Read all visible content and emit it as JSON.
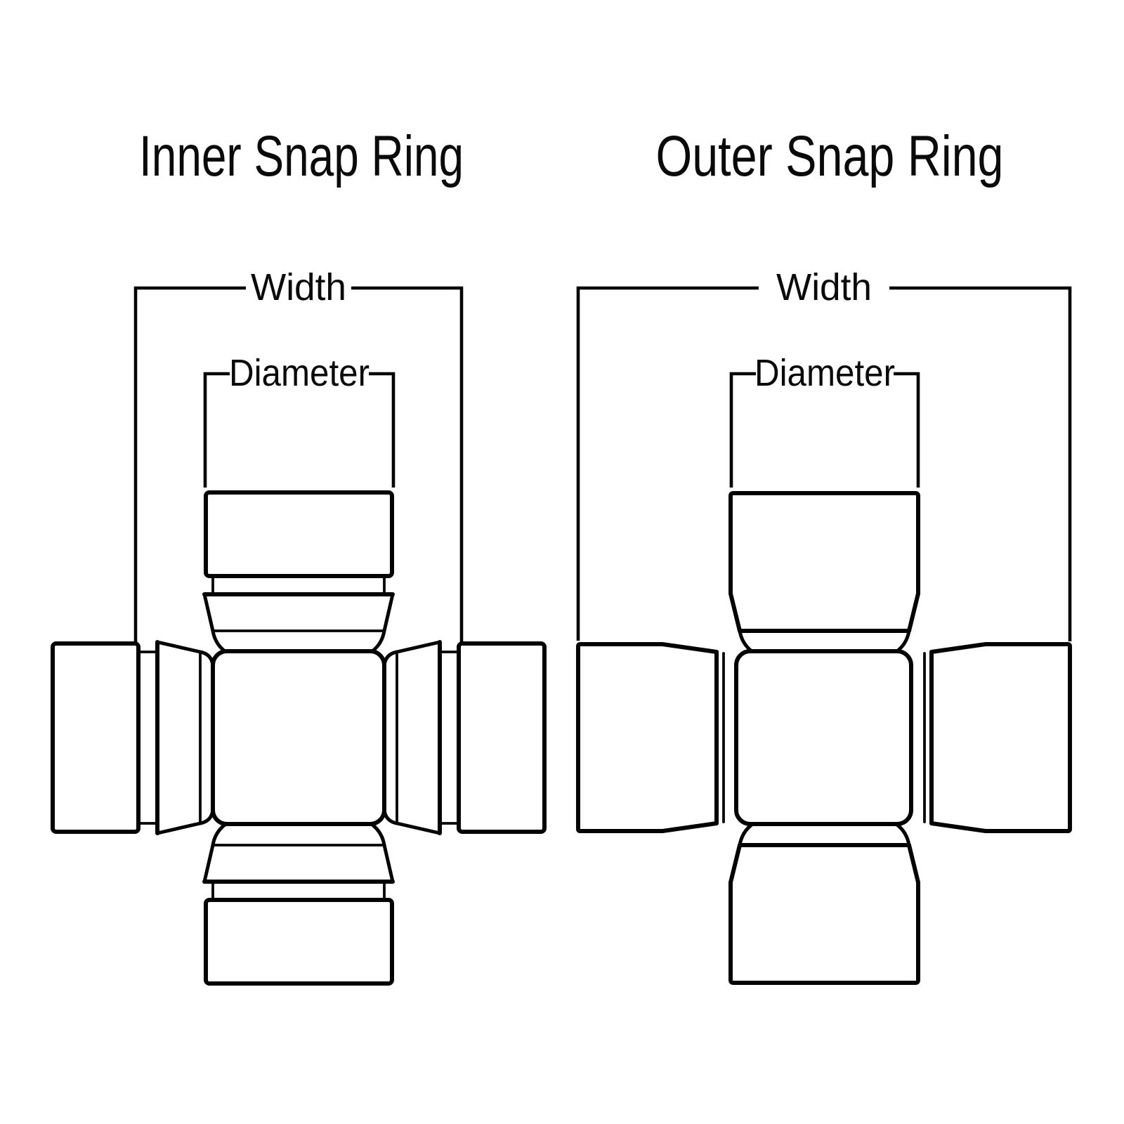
{
  "page": {
    "background_color": "#ffffff",
    "line_color": "#030303",
    "description": "Universal joint snap ring style comparison diagram"
  },
  "diagrams": [
    {
      "id": "inner",
      "title": "Inner Snap Ring",
      "width_label": "Width",
      "diameter_label": "Diameter"
    },
    {
      "id": "outer",
      "title": "Outer Snap Ring",
      "width_label": "Width",
      "diameter_label": "Diameter"
    }
  ]
}
